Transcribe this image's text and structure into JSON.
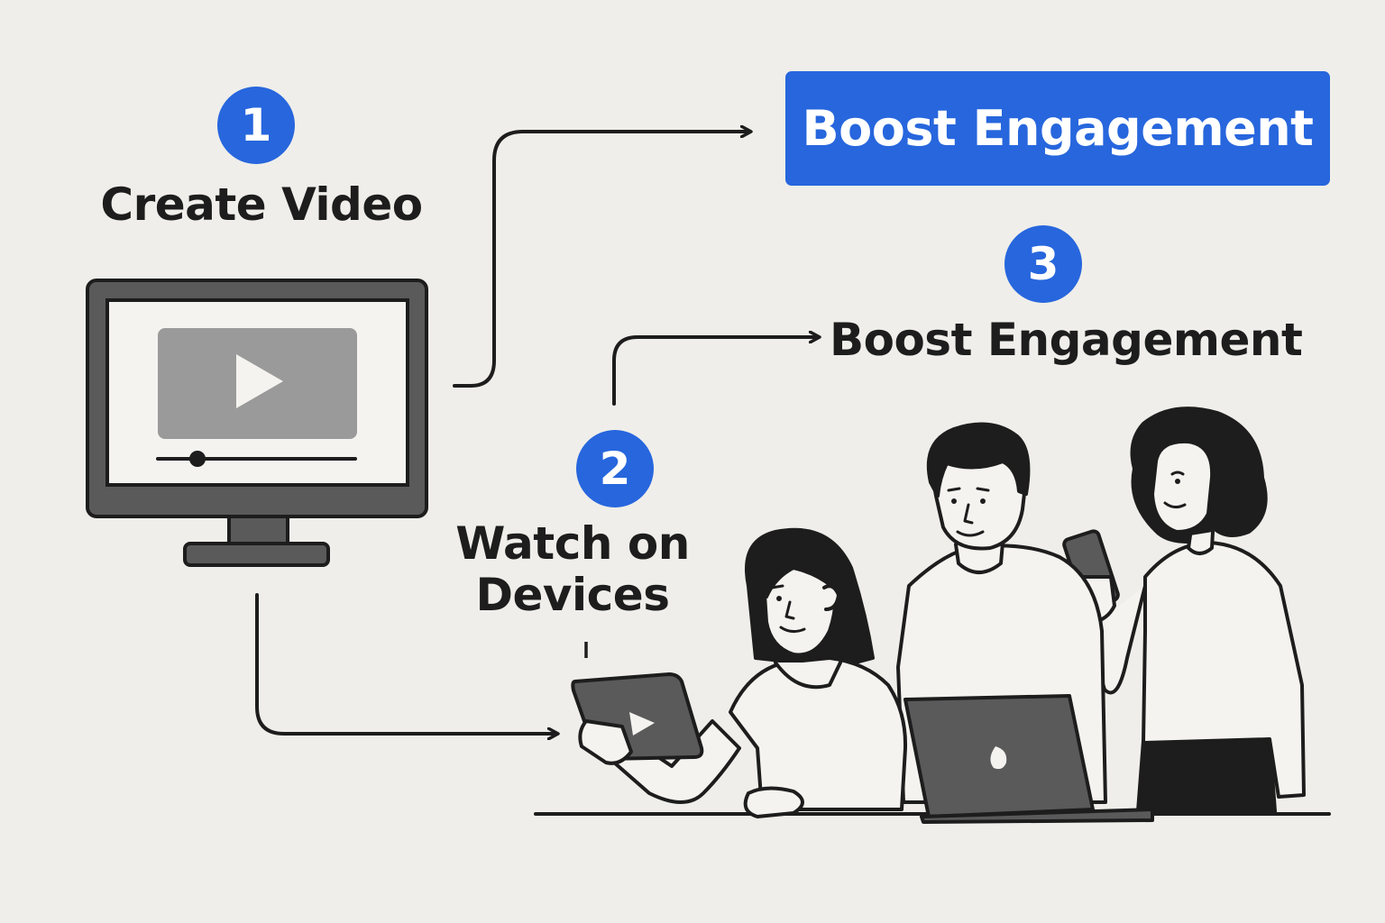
{
  "steps": [
    {
      "number": "1",
      "label": "Create Video"
    },
    {
      "number": "2",
      "label": "Watch on Devices"
    },
    {
      "number": "3",
      "label": "Boost Engagement"
    }
  ],
  "highlight": {
    "text": "Boost Engagement"
  },
  "colors": {
    "background": "#efeeea",
    "accent": "#2766dd",
    "ink": "#1d1d1d",
    "screen_fill": "#5a5a5a",
    "video_fill": "#9a9a9a"
  },
  "icons": [
    "monitor-icon",
    "play-icon",
    "tablet-icon",
    "laptop-icon",
    "phone-icon"
  ]
}
